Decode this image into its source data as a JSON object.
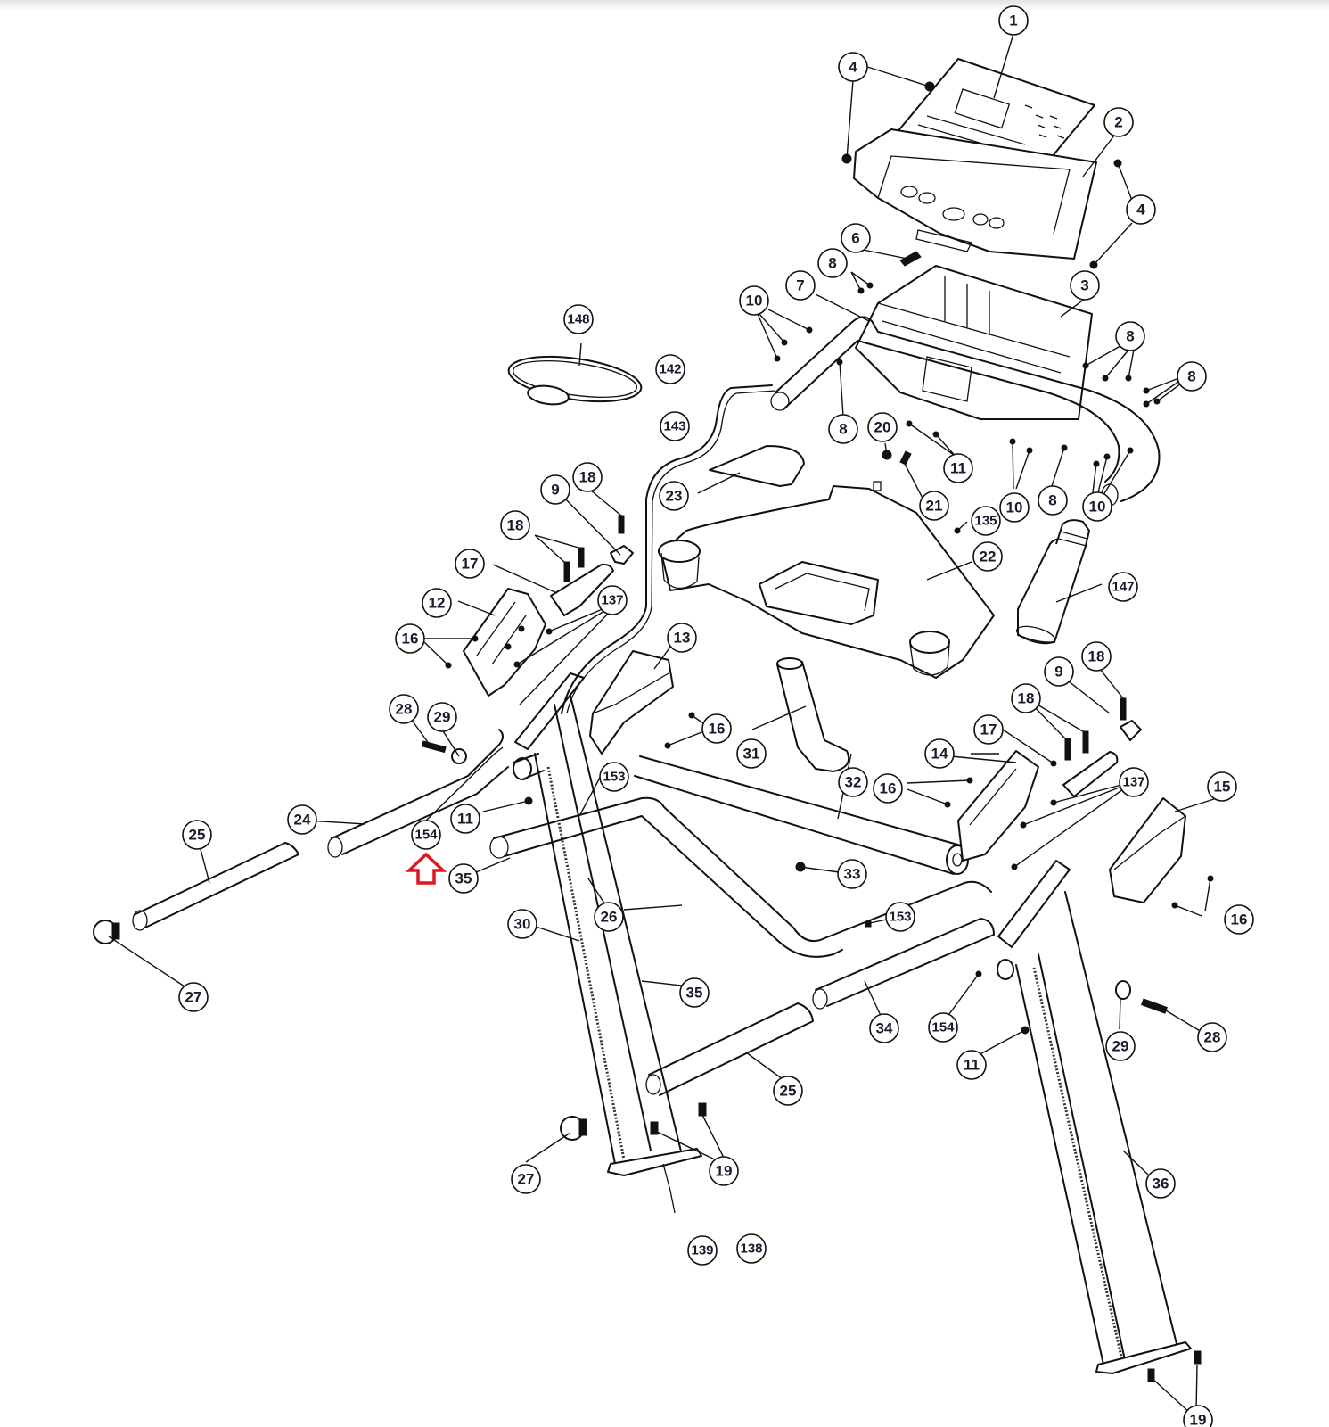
{
  "diagram": {
    "title": "Exploded parts diagram - console, handlebars and uprights",
    "highlight_marker": {
      "label": "highlighted-part-indicator",
      "points_to": "154",
      "color": "#e3141b"
    },
    "callouts": [
      {
        "id": "c1",
        "label": "1"
      },
      {
        "id": "c2",
        "label": "2"
      },
      {
        "id": "c3",
        "label": "3"
      },
      {
        "id": "c4a",
        "label": "4"
      },
      {
        "id": "c4b",
        "label": "4"
      },
      {
        "id": "c6",
        "label": "6"
      },
      {
        "id": "c7",
        "label": "7"
      },
      {
        "id": "c8a",
        "label": "8"
      },
      {
        "id": "c8b",
        "label": "8"
      },
      {
        "id": "c8c",
        "label": "8"
      },
      {
        "id": "c8d",
        "label": "8"
      },
      {
        "id": "c8e",
        "label": "8"
      },
      {
        "id": "c9a",
        "label": "9"
      },
      {
        "id": "c9b",
        "label": "9"
      },
      {
        "id": "c10a",
        "label": "10"
      },
      {
        "id": "c10b",
        "label": "10"
      },
      {
        "id": "c10c",
        "label": "10"
      },
      {
        "id": "c11a",
        "label": "11"
      },
      {
        "id": "c11b",
        "label": "11"
      },
      {
        "id": "c11c",
        "label": "11"
      },
      {
        "id": "c12",
        "label": "12"
      },
      {
        "id": "c13",
        "label": "13"
      },
      {
        "id": "c14",
        "label": "14"
      },
      {
        "id": "c15",
        "label": "15"
      },
      {
        "id": "c16a",
        "label": "16"
      },
      {
        "id": "c16b",
        "label": "16"
      },
      {
        "id": "c16c",
        "label": "16"
      },
      {
        "id": "c16d",
        "label": "16"
      },
      {
        "id": "c17a",
        "label": "17"
      },
      {
        "id": "c17b",
        "label": "17"
      },
      {
        "id": "c18a",
        "label": "18"
      },
      {
        "id": "c18b",
        "label": "18"
      },
      {
        "id": "c18c",
        "label": "18"
      },
      {
        "id": "c18d",
        "label": "18"
      },
      {
        "id": "c19a",
        "label": "19"
      },
      {
        "id": "c19b",
        "label": "19"
      },
      {
        "id": "c20",
        "label": "20"
      },
      {
        "id": "c21",
        "label": "21"
      },
      {
        "id": "c22",
        "label": "22"
      },
      {
        "id": "c23",
        "label": "23"
      },
      {
        "id": "c24",
        "label": "24"
      },
      {
        "id": "c25a",
        "label": "25"
      },
      {
        "id": "c25b",
        "label": "25"
      },
      {
        "id": "c26",
        "label": "26"
      },
      {
        "id": "c27a",
        "label": "27"
      },
      {
        "id": "c27b",
        "label": "27"
      },
      {
        "id": "c28a",
        "label": "28"
      },
      {
        "id": "c28b",
        "label": "28"
      },
      {
        "id": "c29a",
        "label": "29"
      },
      {
        "id": "c29b",
        "label": "29"
      },
      {
        "id": "c30",
        "label": "30"
      },
      {
        "id": "c31",
        "label": "31"
      },
      {
        "id": "c32",
        "label": "32"
      },
      {
        "id": "c33",
        "label": "33"
      },
      {
        "id": "c34",
        "label": "34"
      },
      {
        "id": "c35a",
        "label": "35"
      },
      {
        "id": "c35b",
        "label": "35"
      },
      {
        "id": "c36",
        "label": "36"
      },
      {
        "id": "c135",
        "label": "135"
      },
      {
        "id": "c137a",
        "label": "137"
      },
      {
        "id": "c137b",
        "label": "137"
      },
      {
        "id": "c138",
        "label": "138"
      },
      {
        "id": "c139",
        "label": "139"
      },
      {
        "id": "c142",
        "label": "142"
      },
      {
        "id": "c143",
        "label": "143"
      },
      {
        "id": "c147",
        "label": "147"
      },
      {
        "id": "c148",
        "label": "148"
      },
      {
        "id": "c153a",
        "label": "153"
      },
      {
        "id": "c153b",
        "label": "153"
      },
      {
        "id": "c154a",
        "label": "154"
      },
      {
        "id": "c154b",
        "label": "154"
      }
    ]
  }
}
